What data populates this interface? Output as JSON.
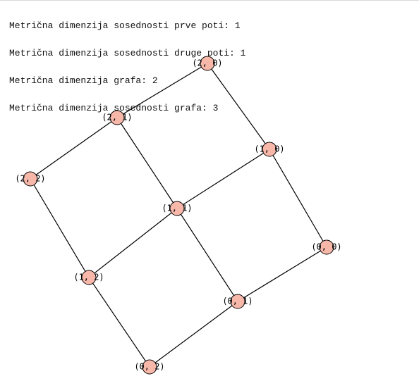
{
  "output": {
    "lines": [
      "Metrična dimenzija sosednosti prve poti: 1",
      "Metrična dimenzija sosednosti druge poti: 1",
      "Metrična dimenzija grafa: 2",
      "Metrična dimenzija sosednosti grafa: 3"
    ]
  },
  "graph": {
    "vertex_fill": "#f7b8aa",
    "edge_color": "#000000",
    "vertices": [
      {
        "id": "2,0",
        "label": "(2, 0)"
      },
      {
        "id": "2,1",
        "label": "(2, 1)"
      },
      {
        "id": "1,0",
        "label": "(1, 0)"
      },
      {
        "id": "2,2",
        "label": "(2, 2)"
      },
      {
        "id": "1,1",
        "label": "(1, 1)"
      },
      {
        "id": "0,0",
        "label": "(0, 0)"
      },
      {
        "id": "1,2",
        "label": "(1, 2)"
      },
      {
        "id": "0,1",
        "label": "(0, 1)"
      },
      {
        "id": "0,2",
        "label": "(0, 2)"
      }
    ],
    "edges": [
      [
        "2,0",
        "2,1"
      ],
      [
        "2,0",
        "1,0"
      ],
      [
        "2,1",
        "2,2"
      ],
      [
        "2,1",
        "1,1"
      ],
      [
        "1,0",
        "1,1"
      ],
      [
        "1,0",
        "0,0"
      ],
      [
        "2,2",
        "1,2"
      ],
      [
        "1,1",
        "1,2"
      ],
      [
        "1,1",
        "0,1"
      ],
      [
        "0,0",
        "0,1"
      ],
      [
        "1,2",
        "0,2"
      ],
      [
        "0,1",
        "0,2"
      ]
    ]
  }
}
